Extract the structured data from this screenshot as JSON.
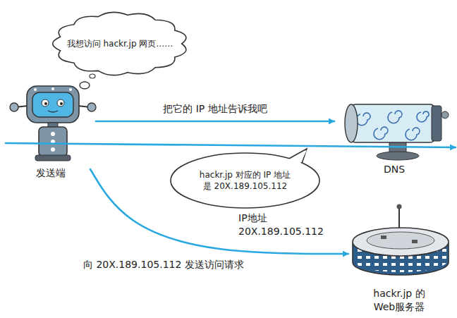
{
  "diagram": {
    "nodes": [
      {
        "text": [
          "我想访问 hackr.jp 网页……"
        ]
      },
      {
        "text": [
          "发送端"
        ]
      },
      {
        "text": [
          "DNS"
        ]
      },
      {
        "text": [
          "hackr.jp 对应的 IP 地址 是 20X.189.105.112"
        ]
      },
      {
        "text": [
          "hackr.jp 的 Web服务器"
        ]
      }
    ],
    "edges": [
      {
        "from": 1,
        "to": 2,
        "arrow": "to",
        "label": "把它的 IP 地址告诉我吧"
      },
      {
        "from": 2,
        "to": 1,
        "arrow": "to"
      },
      {
        "from": 1,
        "to": 4,
        "arrow": "to",
        "label": "向 20X.189.105.112 发送访问请求"
      }
    ],
    "labels": [
      "IP地址 20X.189.105.112"
    ]
  }
}
